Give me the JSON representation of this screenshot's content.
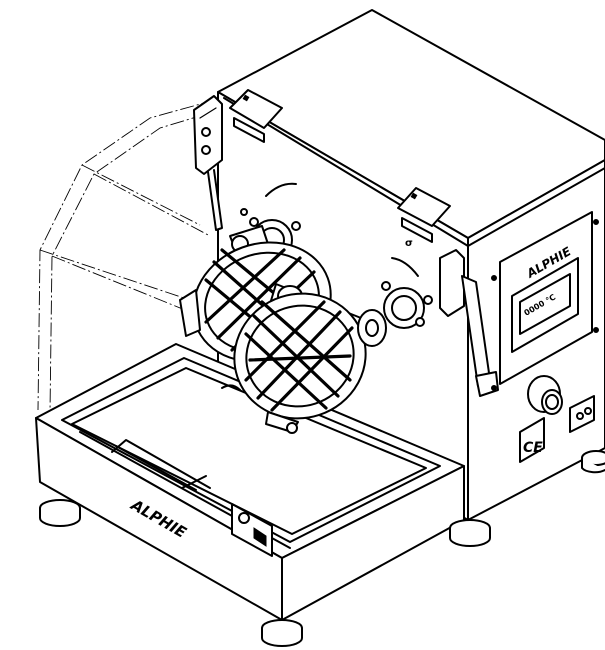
{
  "drawing": {
    "brand_side": "ALPHIE",
    "brand_tray": "ALPHIE",
    "ce_mark": "CE",
    "display_text": "0000 °C"
  }
}
